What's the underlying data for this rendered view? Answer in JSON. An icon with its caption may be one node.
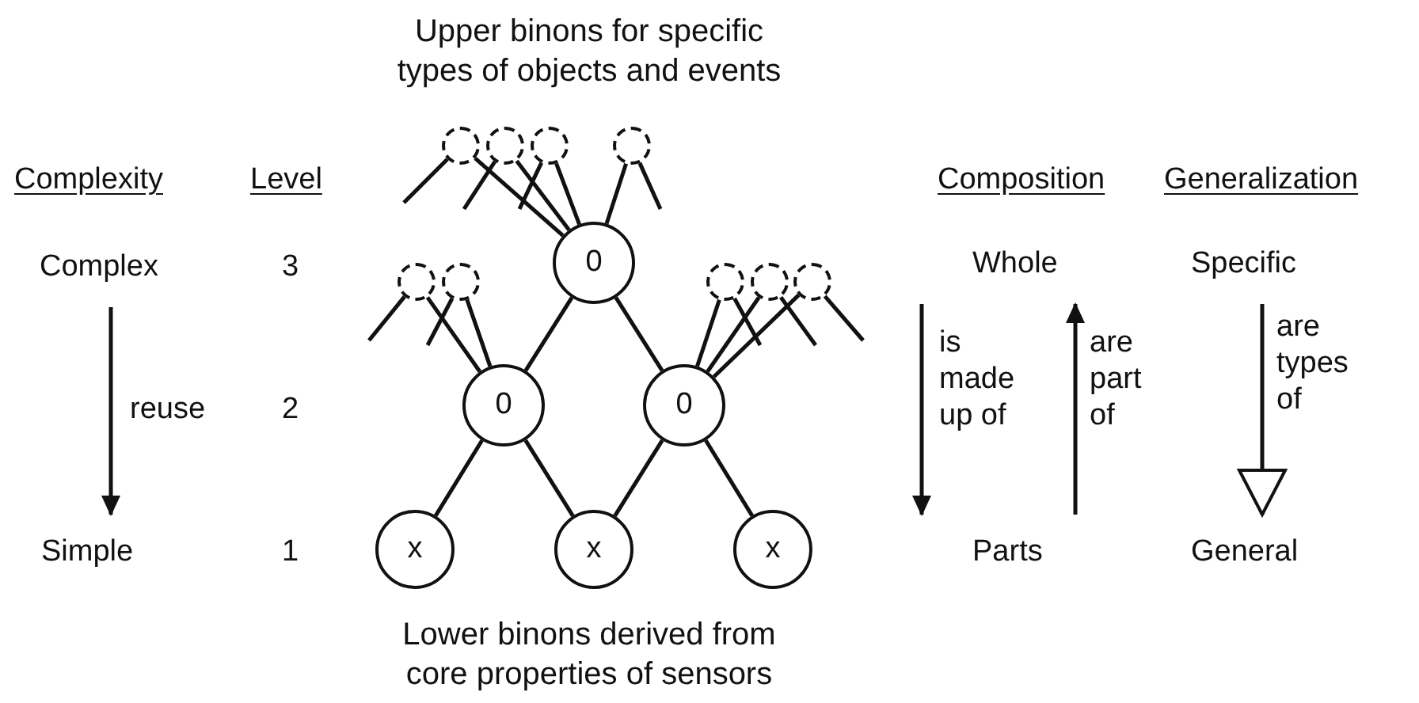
{
  "diagram": {
    "title": "Upper binons for specific types of objects and events",
    "caption": "Lower binons derived from core properties of sensors",
    "nodes": [
      {
        "text": [
          "Complex"
        ]
      },
      {
        "text": [
          "Simple"
        ]
      },
      {
        "text": [
          "Whole"
        ]
      },
      {
        "text": [
          "Parts"
        ]
      },
      {
        "text": [
          "Specific"
        ]
      },
      {
        "text": [
          "General"
        ]
      },
      {
        "text": [],
        "shape": "circle"
      },
      {
        "text": [],
        "shape": "circle"
      },
      {
        "text": [],
        "shape": "circle"
      },
      {
        "text": [],
        "shape": "circle"
      },
      {
        "text": [
          "0"
        ]
      },
      {
        "text": [],
        "shape": "circle"
      },
      {
        "text": [],
        "shape": "circle"
      },
      {
        "text": [
          "0"
        ]
      },
      {
        "text": [],
        "shape": "circle"
      },
      {
        "text": [],
        "shape": "circle"
      },
      {
        "text": [],
        "shape": "circle"
      },
      {
        "text": [
          "0"
        ]
      },
      {
        "text": [
          "x"
        ]
      },
      {
        "text": [
          "x"
        ]
      },
      {
        "text": [
          "x"
        ]
      }
    ],
    "edges": [
      {
        "from": 0,
        "to": 1,
        "arrow": "to",
        "label": "reuse"
      },
      {
        "from": 2,
        "to": 3,
        "arrow": "to",
        "label": "is made up of"
      },
      {
        "from": 3,
        "to": 2,
        "arrow": "to",
        "label": "are part of"
      },
      {
        "from": 4,
        "to": 5,
        "arrow": "to",
        "label": "are types of"
      },
      {
        "from": 6,
        "to": 10,
        "arrow": "none"
      },
      {
        "from": 6,
        "to": null,
        "arrow": "none"
      },
      {
        "from": 7,
        "to": 10,
        "arrow": "none"
      },
      {
        "from": 7,
        "to": null,
        "arrow": "none"
      },
      {
        "from": 8,
        "to": 10,
        "arrow": "none"
      },
      {
        "from": 8,
        "to": null,
        "arrow": "none"
      },
      {
        "from": 9,
        "to": 10,
        "arrow": "none"
      },
      {
        "from": 9,
        "to": null,
        "arrow": "none"
      },
      {
        "from": 11,
        "to": 13,
        "arrow": "none"
      },
      {
        "from": 11,
        "to": null,
        "arrow": "none"
      },
      {
        "from": 12,
        "to": 13,
        "arrow": "none"
      },
      {
        "from": 12,
        "to": null,
        "arrow": "none"
      },
      {
        "from": 14,
        "to": 17,
        "arrow": "none"
      },
      {
        "from": 14,
        "to": null,
        "arrow": "none"
      },
      {
        "from": 15,
        "to": 17,
        "arrow": "none"
      },
      {
        "from": 15,
        "to": null,
        "arrow": "none"
      },
      {
        "from": 16,
        "to": 17,
        "arrow": "none"
      },
      {
        "from": 16,
        "to": null,
        "arrow": "none"
      },
      {
        "from": 10,
        "to": 13,
        "arrow": "none"
      },
      {
        "from": 10,
        "to": 17,
        "arrow": "none"
      },
      {
        "from": 13,
        "to": 18,
        "arrow": "none"
      },
      {
        "from": 13,
        "to": 19,
        "arrow": "none"
      },
      {
        "from": 17,
        "to": 19,
        "arrow": "none"
      },
      {
        "from": 17,
        "to": 20,
        "arrow": "none"
      }
    ],
    "labels": [
      "Complexity",
      "Level",
      "Composition",
      "Generalization",
      "3",
      "2",
      "1"
    ]
  }
}
